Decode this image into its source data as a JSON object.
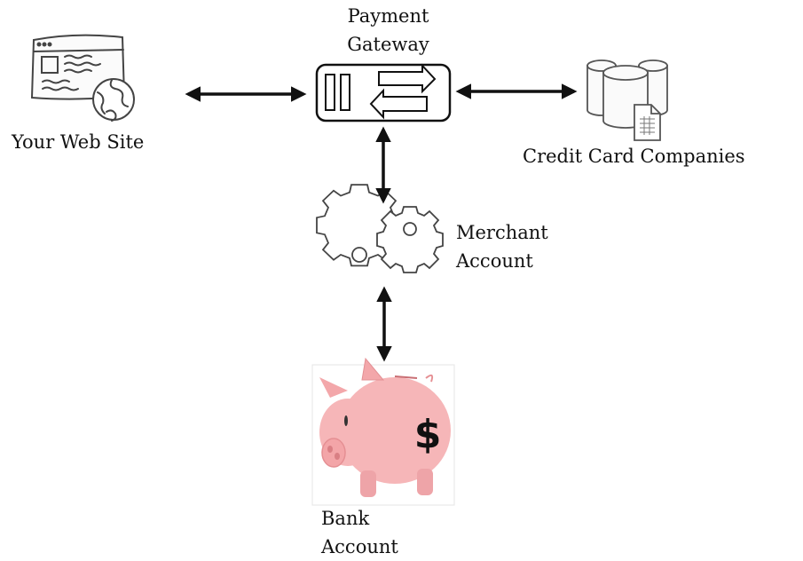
{
  "nodes": {
    "web_site": {
      "label": "Your Web Site",
      "icon": "website-globe-icon"
    },
    "gateway": {
      "label_line1": "Payment",
      "label_line2": "Gateway",
      "icon": "payment-gateway-icon"
    },
    "credit_cards": {
      "label": "Credit Card Companies",
      "icon": "database-cylinders-icon"
    },
    "merchant": {
      "label_line1": "Merchant",
      "label_line2": "Account",
      "icon": "gears-icon"
    },
    "bank": {
      "label_line1": "Bank",
      "label_line2": "Account",
      "icon": "piggy-bank-icon"
    }
  },
  "edges": [
    {
      "from": "web_site",
      "to": "gateway",
      "direction": "both"
    },
    {
      "from": "gateway",
      "to": "credit_cards",
      "direction": "both"
    },
    {
      "from": "gateway",
      "to": "merchant",
      "direction": "both"
    },
    {
      "from": "merchant",
      "to": "bank",
      "direction": "both"
    }
  ],
  "colors": {
    "ink": "#111111",
    "piggy": "#f6b6b8",
    "piggy_dark": "#e58f93"
  }
}
